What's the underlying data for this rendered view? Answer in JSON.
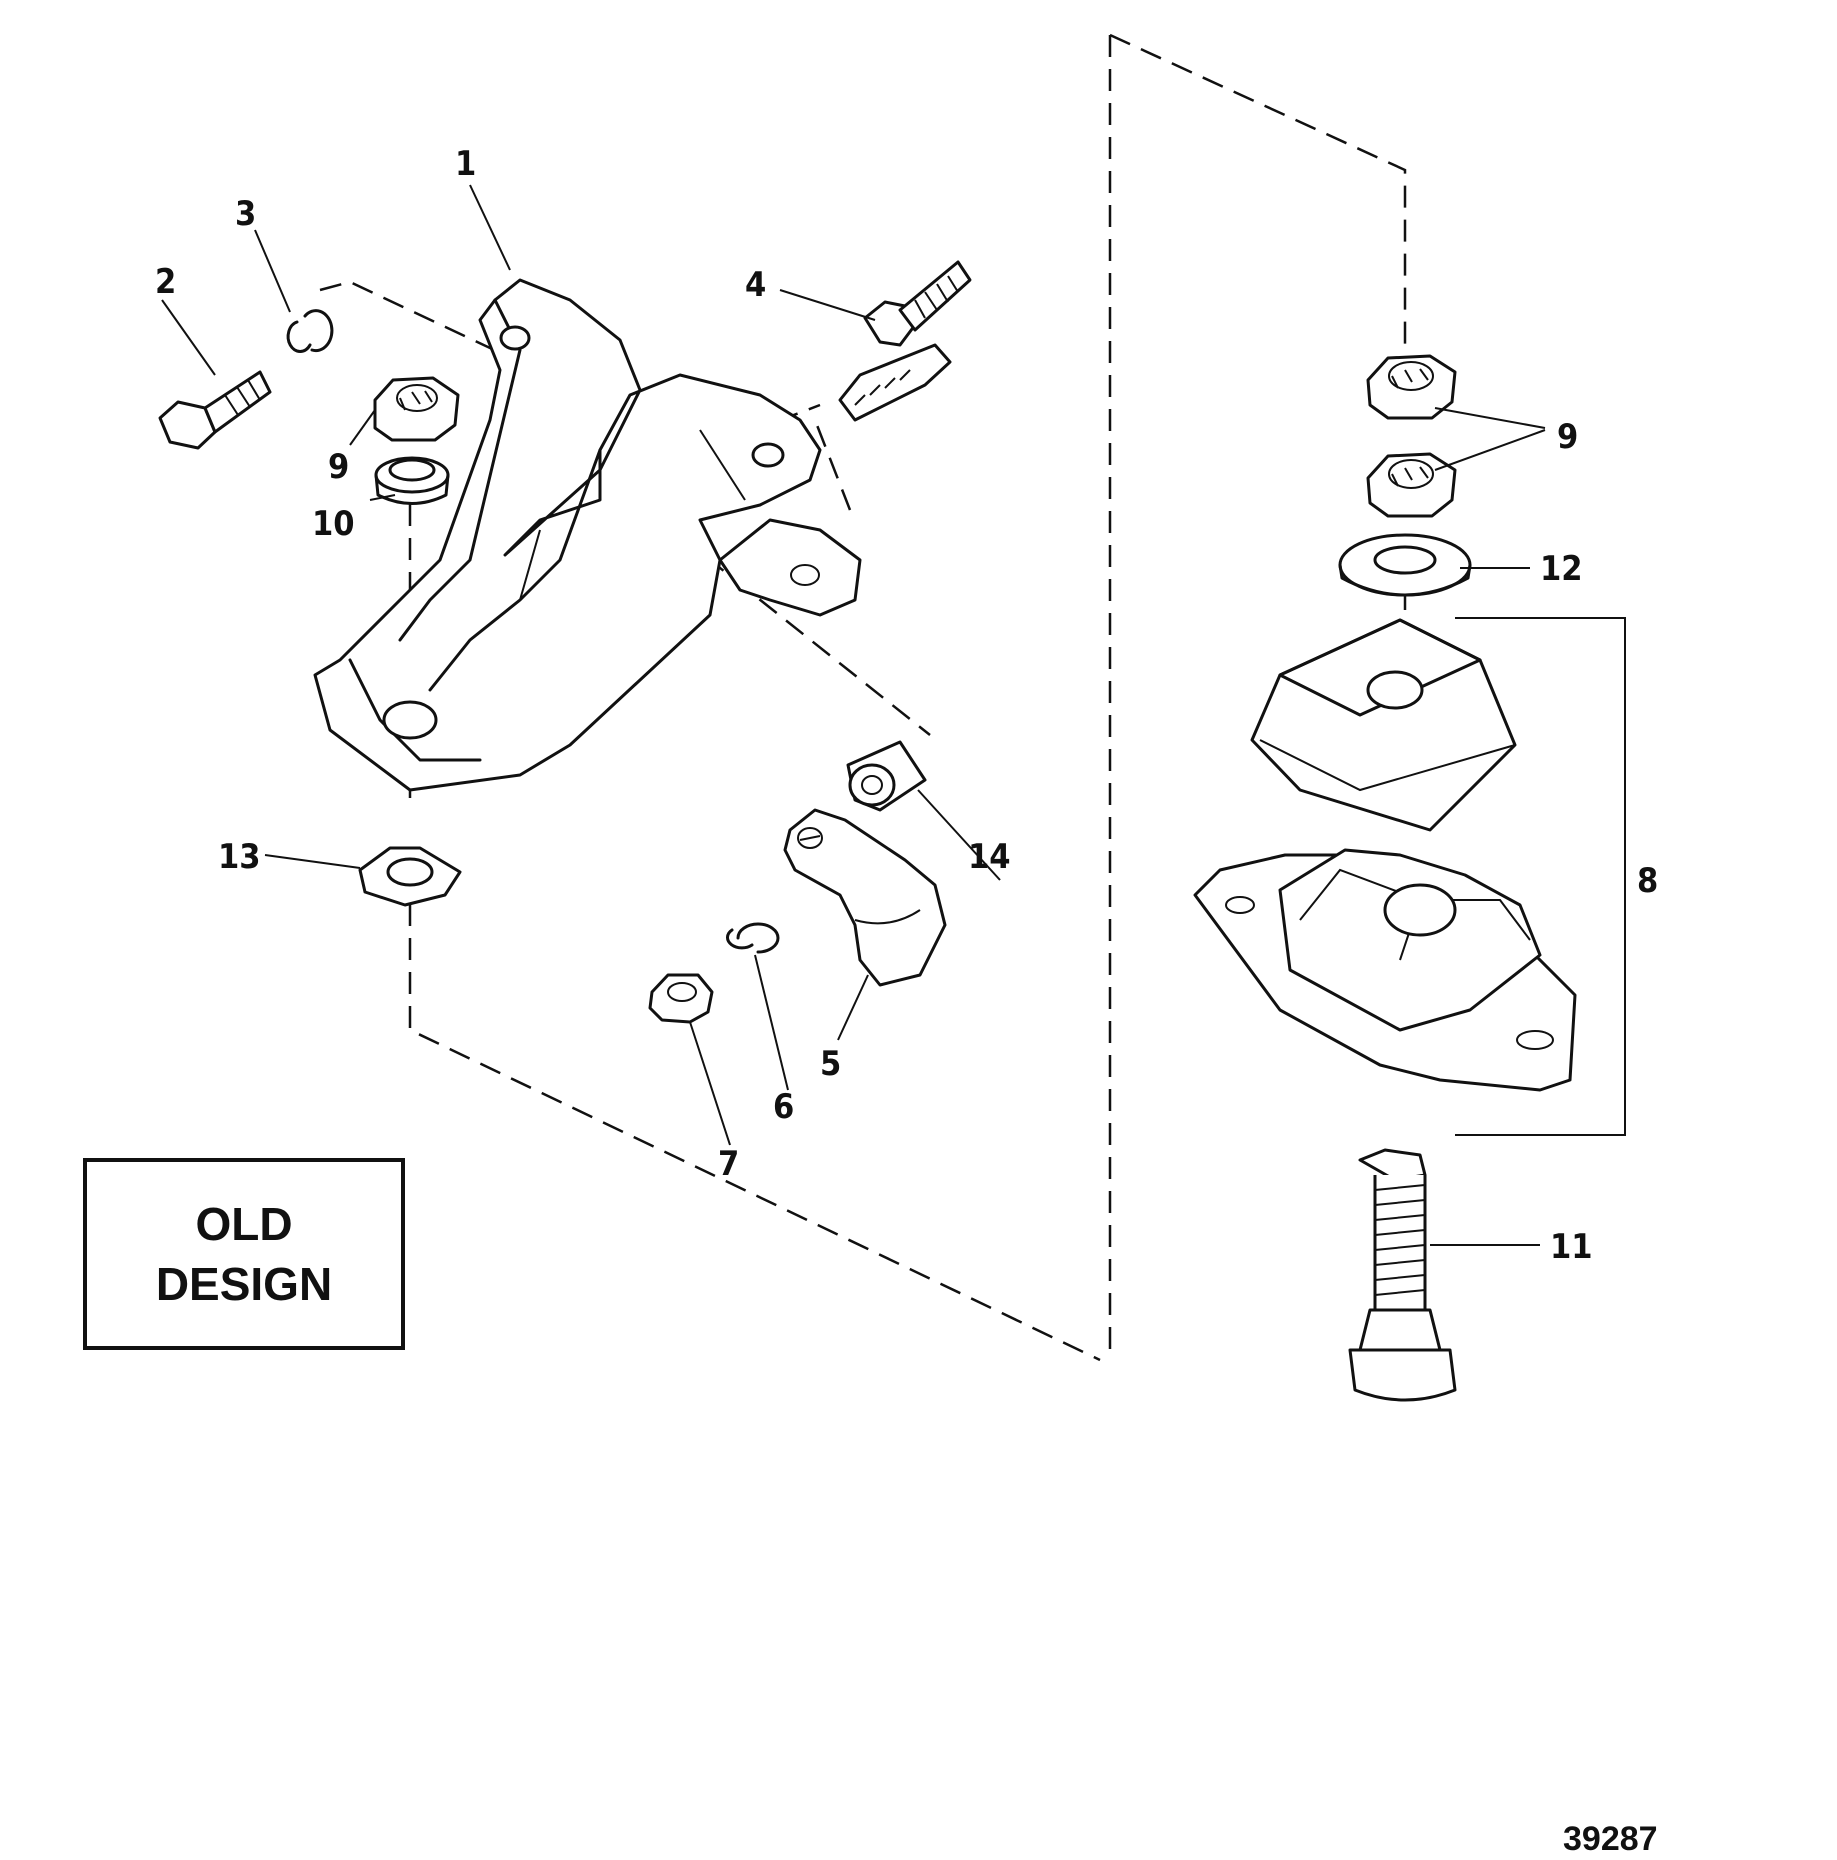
{
  "callouts": {
    "c1": "1",
    "c2": "2",
    "c3": "3",
    "c4": "4",
    "c5": "5",
    "c6": "6",
    "c7": "7",
    "c8": "8",
    "c9a": "9",
    "c9b": "9",
    "c10": "10",
    "c11": "11",
    "c12": "12",
    "c13": "13",
    "c14": "14"
  },
  "design_box": {
    "line1": "OLD",
    "line2": "DESIGN"
  },
  "figure_number": "39287"
}
